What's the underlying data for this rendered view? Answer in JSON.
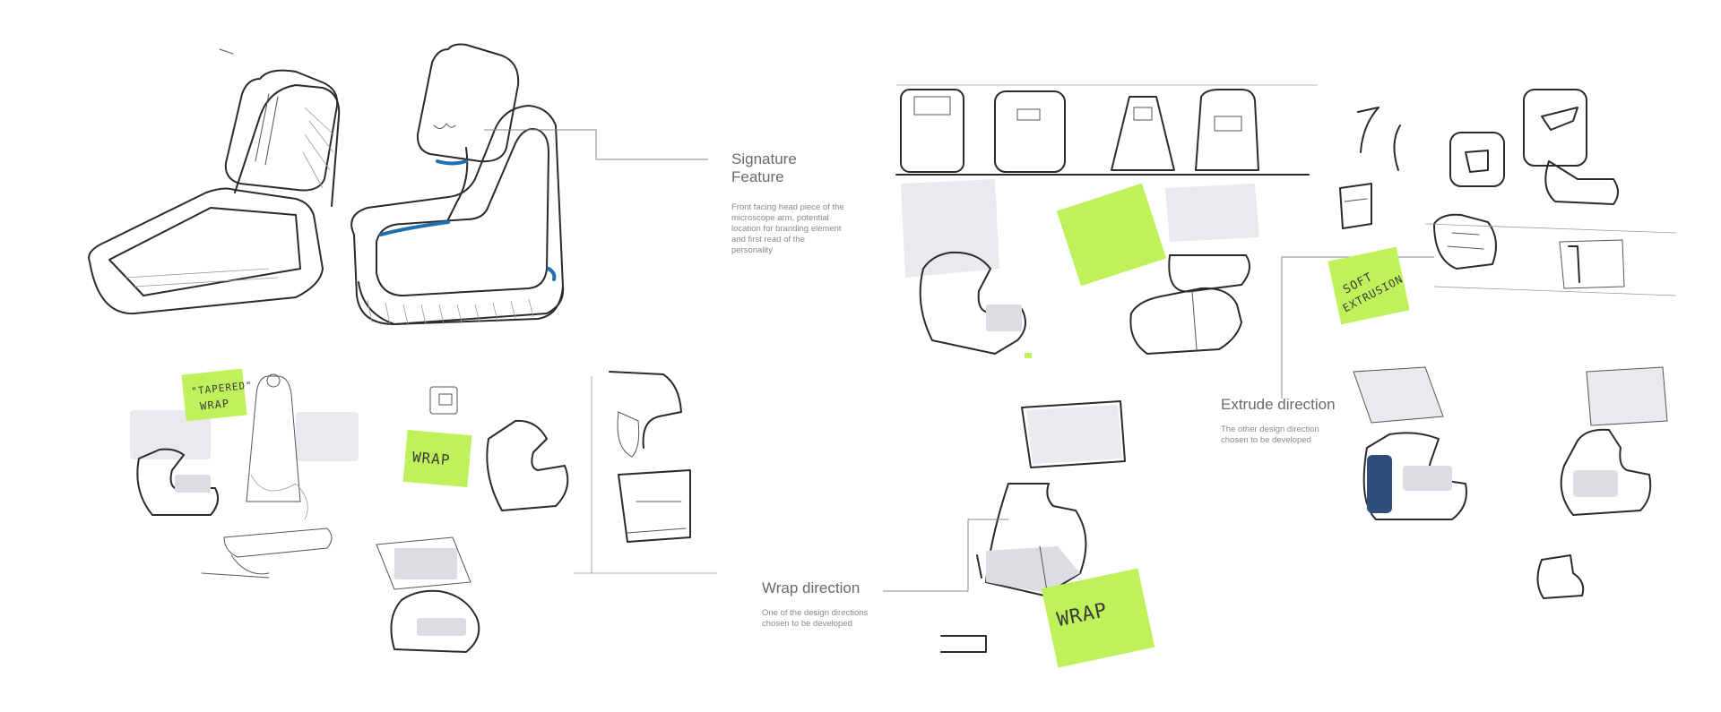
{
  "board": {
    "sticky_color": "#bff15a",
    "accent_blue": "#1f6fb0",
    "ink": "#2b2b2b",
    "shade": "#d9dbe0"
  },
  "callouts": {
    "signature": {
      "title": "Signature\nFeature",
      "body": "Front facing head piece of the\nmicroscope arm, potential\nlocation for branding element\nand first read of the\npersonality"
    },
    "extrude": {
      "title": "Extrude direction",
      "body": "The other design direction\nchosen to be developed"
    },
    "wrap": {
      "title": "Wrap direction",
      "body": "One of the design directions\nchosen to be developed"
    }
  },
  "sticky_notes": {
    "tapered": [
      "\"TAPERED\"",
      "WRAP"
    ],
    "wrap_left": "WRAP",
    "soft": [
      "SOFT",
      "EXTRUSION"
    ],
    "wrap_bottom": "WRAP"
  }
}
